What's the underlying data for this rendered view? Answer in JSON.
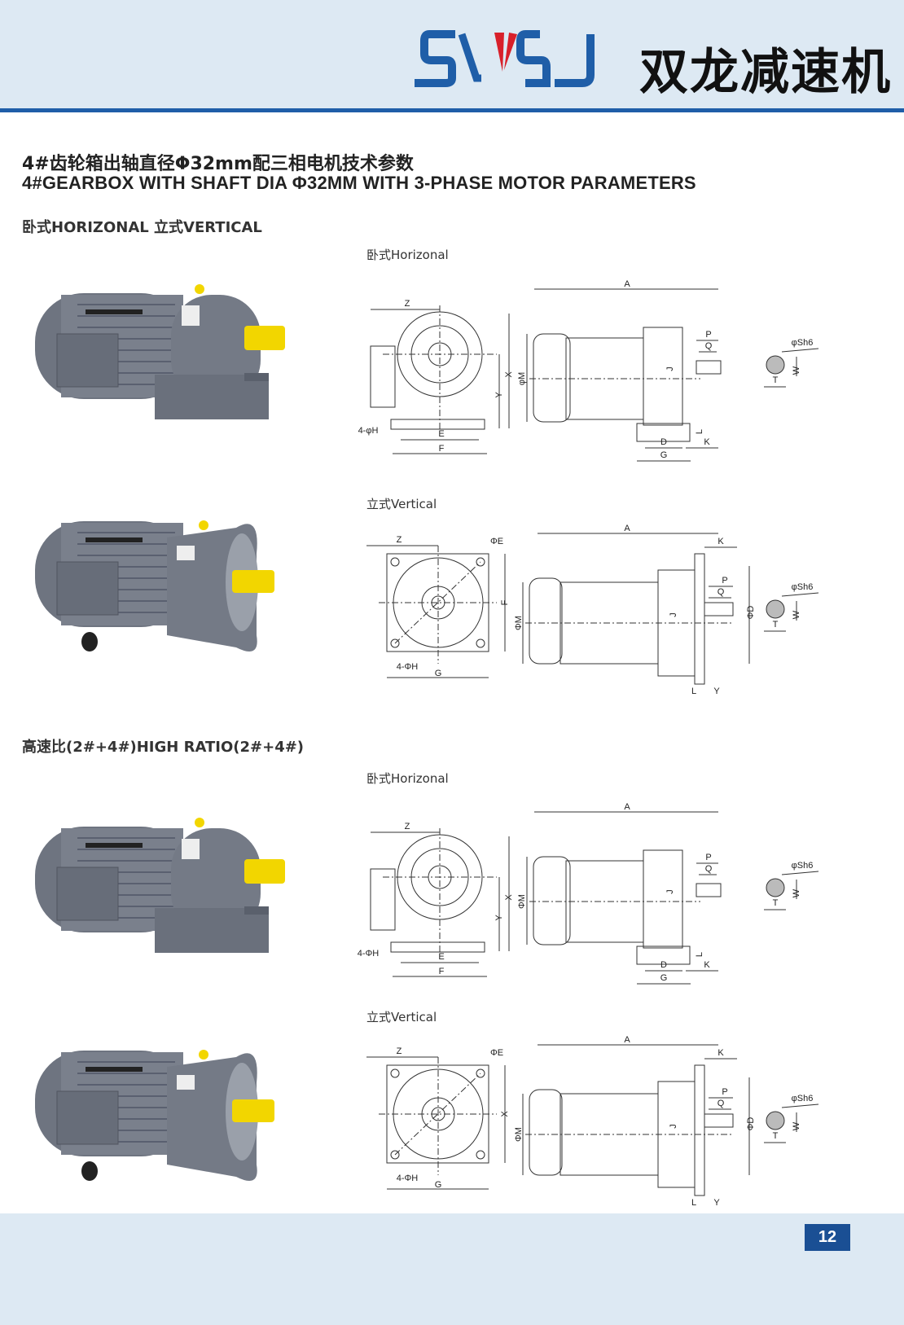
{
  "header": {
    "logo_text": "SWSJ",
    "brand": "双龙减速机",
    "colors": {
      "band": "#dde9f3",
      "blue": "#1f5ea8",
      "red": "#d8202a"
    }
  },
  "title": {
    "cn": "4#齿轮箱出轴直径Φ32mm配三相电机技术参数",
    "en": "4#GEARBOX WITH SHAFT DIA  Φ32MM WITH 3-PHASE MOTOR PARAMETERS"
  },
  "sections": [
    {
      "heading": "卧式HORIZONAL   立式VERTICAL"
    },
    {
      "heading": "高速比(2#+4#)HIGH RATIO(2#+4#)"
    }
  ],
  "diagrams": [
    {
      "caption": "卧式Horizonal",
      "type": "horizontal",
      "labels": {
        "A": "A",
        "Z": "Z",
        "X": "X",
        "Y": "Y",
        "E": "E",
        "F": "F",
        "H": "4-φH",
        "M": "φM",
        "J": "J",
        "P": "P",
        "Q": "Q",
        "D": "D",
        "G": "G",
        "K": "K",
        "L": "L",
        "S": "φSh6",
        "T": "T",
        "W": "W"
      }
    },
    {
      "caption": "立式Vertical",
      "type": "vertical",
      "labels": {
        "A": "A",
        "Z": "Z",
        "X": "F",
        "E": "ΦE",
        "G": "G",
        "H": "4-ΦH",
        "M": "ΦM",
        "J": "J",
        "P": "P",
        "Q": "Q",
        "K": "K",
        "DD": "ΦD",
        "L": "L",
        "Y": "Y",
        "S": "φSh6",
        "T": "T",
        "W": "W"
      }
    },
    {
      "caption": "卧式Horizonal",
      "type": "horizontal",
      "labels": {
        "A": "A",
        "Z": "Z",
        "X": "X",
        "Y": "Y",
        "E": "E",
        "F": "F",
        "H": "4-ΦH",
        "M": "ΦM",
        "J": "J",
        "P": "P",
        "Q": "Q",
        "D": "D",
        "G": "G",
        "K": "K",
        "L": "L",
        "S": "φSh6",
        "T": "T",
        "W": "W"
      }
    },
    {
      "caption": "立式Vertical",
      "type": "vertical",
      "labels": {
        "A": "A",
        "Z": "Z",
        "X": "X",
        "E": "ΦE",
        "G": "G",
        "H": "4-ΦH",
        "M": "ΦM",
        "J": "J",
        "P": "P",
        "Q": "Q",
        "K": "K",
        "DD": "ΦD",
        "L": "L",
        "Y": "Y",
        "S": "φSh6",
        "T": "T",
        "W": "W"
      }
    }
  ],
  "page_number": "12"
}
